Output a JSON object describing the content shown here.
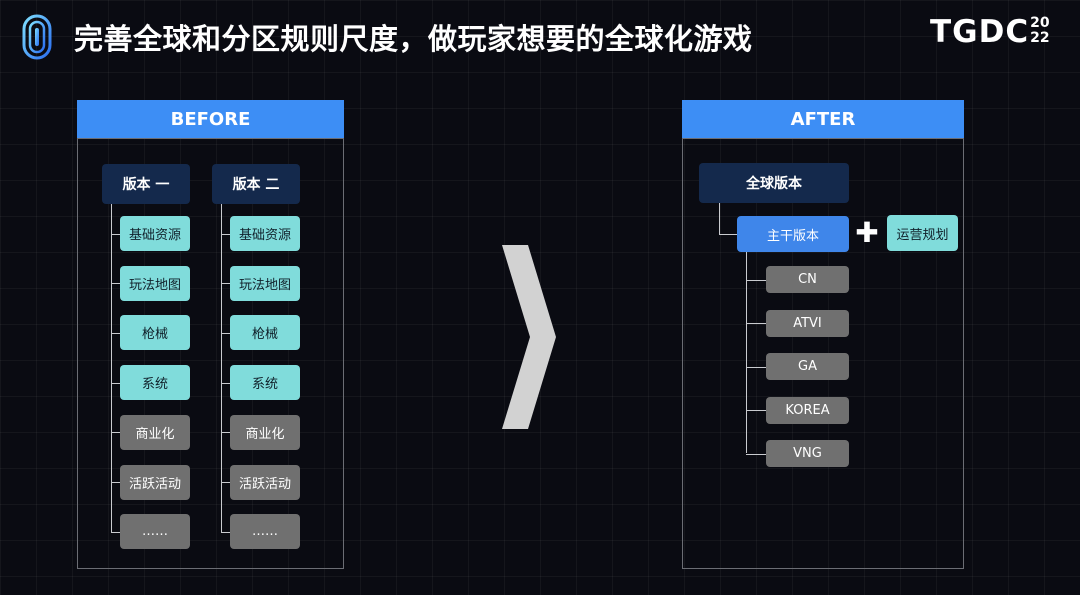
{
  "header": {
    "title": "完善全球和分区规则尺度，做玩家想要的全球化游戏",
    "brand": "TGDC",
    "brand_year_top": "20",
    "brand_year_bottom": "22"
  },
  "before": {
    "label": "BEFORE",
    "columns": [
      {
        "version": "版本 一",
        "items": [
          {
            "label": "基础资源",
            "style": "cyan"
          },
          {
            "label": "玩法地图",
            "style": "cyan"
          },
          {
            "label": "枪械",
            "style": "cyan"
          },
          {
            "label": "系统",
            "style": "cyan"
          },
          {
            "label": "商业化",
            "style": "gray"
          },
          {
            "label": "活跃活动",
            "style": "gray"
          },
          {
            "label": "……",
            "style": "gray"
          }
        ]
      },
      {
        "version": "版本 二",
        "items": [
          {
            "label": "基础资源",
            "style": "cyan"
          },
          {
            "label": "玩法地图",
            "style": "cyan"
          },
          {
            "label": "枪械",
            "style": "cyan"
          },
          {
            "label": "系统",
            "style": "cyan"
          },
          {
            "label": "商业化",
            "style": "gray"
          },
          {
            "label": "活跃活动",
            "style": "gray"
          },
          {
            "label": "……",
            "style": "gray"
          }
        ]
      }
    ]
  },
  "after": {
    "label": "AFTER",
    "root": "全球版本",
    "trunk": "主干版本",
    "plus": "✚",
    "ops": "运营规划",
    "regions": [
      "CN",
      "ATVI",
      "GA",
      "KOREA",
      "VNG"
    ]
  },
  "colors": {
    "panel_header": "#3d8ef5",
    "dark_node": "#14294c",
    "cyan_node": "#80dcdb",
    "gray_node": "#707070",
    "blue_node": "#3f86ea"
  }
}
